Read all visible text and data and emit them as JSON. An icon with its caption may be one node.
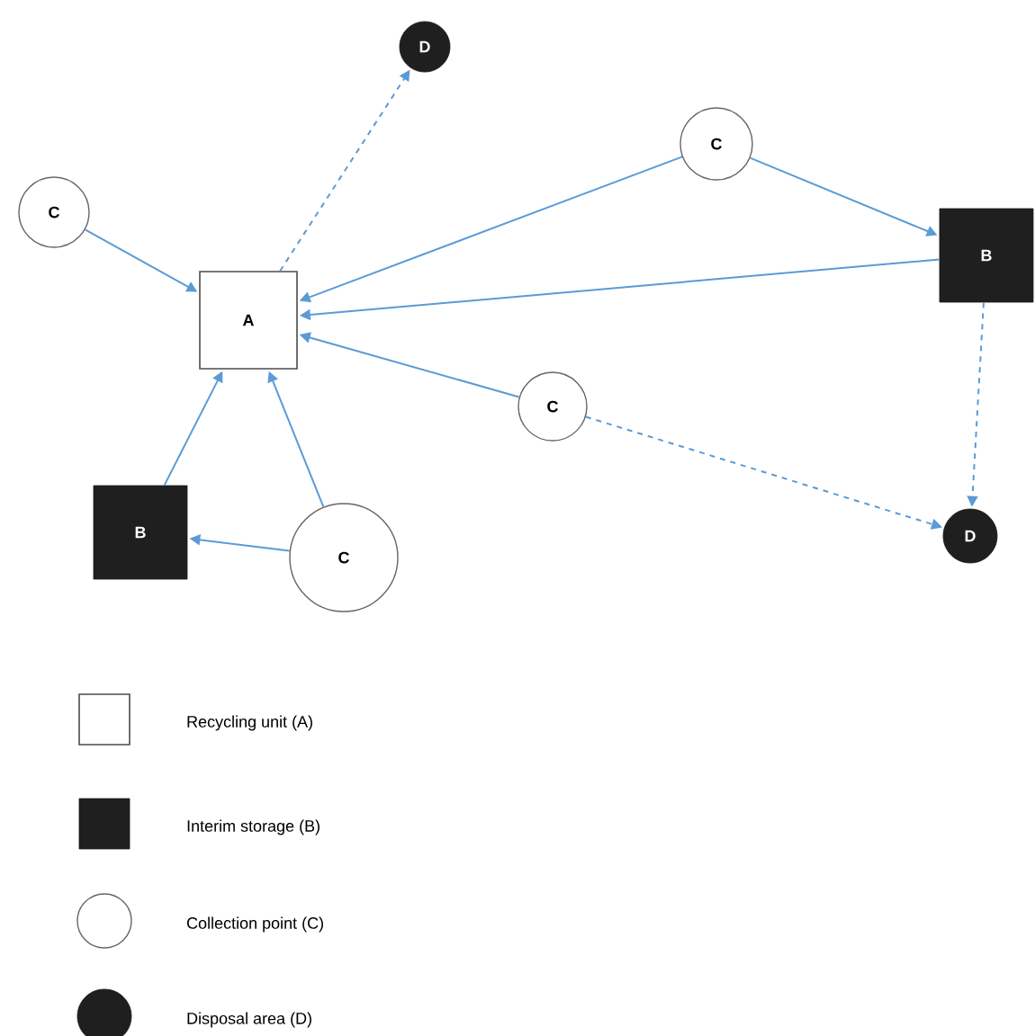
{
  "diagram": {
    "nodes": [
      {
        "text": [
          "A"
        ]
      },
      {
        "text": [
          "C"
        ]
      },
      {
        "text": [
          "D"
        ]
      },
      {
        "text": [
          "C"
        ]
      },
      {
        "text": [
          "B"
        ]
      },
      {
        "text": [
          "C"
        ]
      },
      {
        "text": [
          "D"
        ]
      },
      {
        "text": [
          "B"
        ]
      },
      {
        "text": [
          "C"
        ]
      }
    ],
    "edges": [
      {
        "from": 1,
        "to": 0,
        "arrow": "to"
      },
      {
        "from": 0,
        "to": 2,
        "arrow": "to",
        "style": "dashed"
      },
      {
        "from": 3,
        "to": 0,
        "arrow": "to"
      },
      {
        "from": 3,
        "to": 4,
        "arrow": "to"
      },
      {
        "from": 4,
        "to": 0,
        "arrow": "to"
      },
      {
        "from": 5,
        "to": 0,
        "arrow": "to"
      },
      {
        "from": 5,
        "to": 6,
        "arrow": "to",
        "style": "dashed"
      },
      {
        "from": 4,
        "to": 6,
        "arrow": "to",
        "style": "dashed"
      },
      {
        "from": 7,
        "to": 0,
        "arrow": "to"
      },
      {
        "from": 8,
        "to": 0,
        "arrow": "to"
      },
      {
        "from": 8,
        "to": 7,
        "arrow": "to"
      }
    ],
    "legend": [
      {
        "text": "Recycling unit (A)"
      },
      {
        "text": "Interim storage (B)"
      },
      {
        "text": "Collection point (C)"
      },
      {
        "text": "Disposal area (D)"
      }
    ]
  }
}
